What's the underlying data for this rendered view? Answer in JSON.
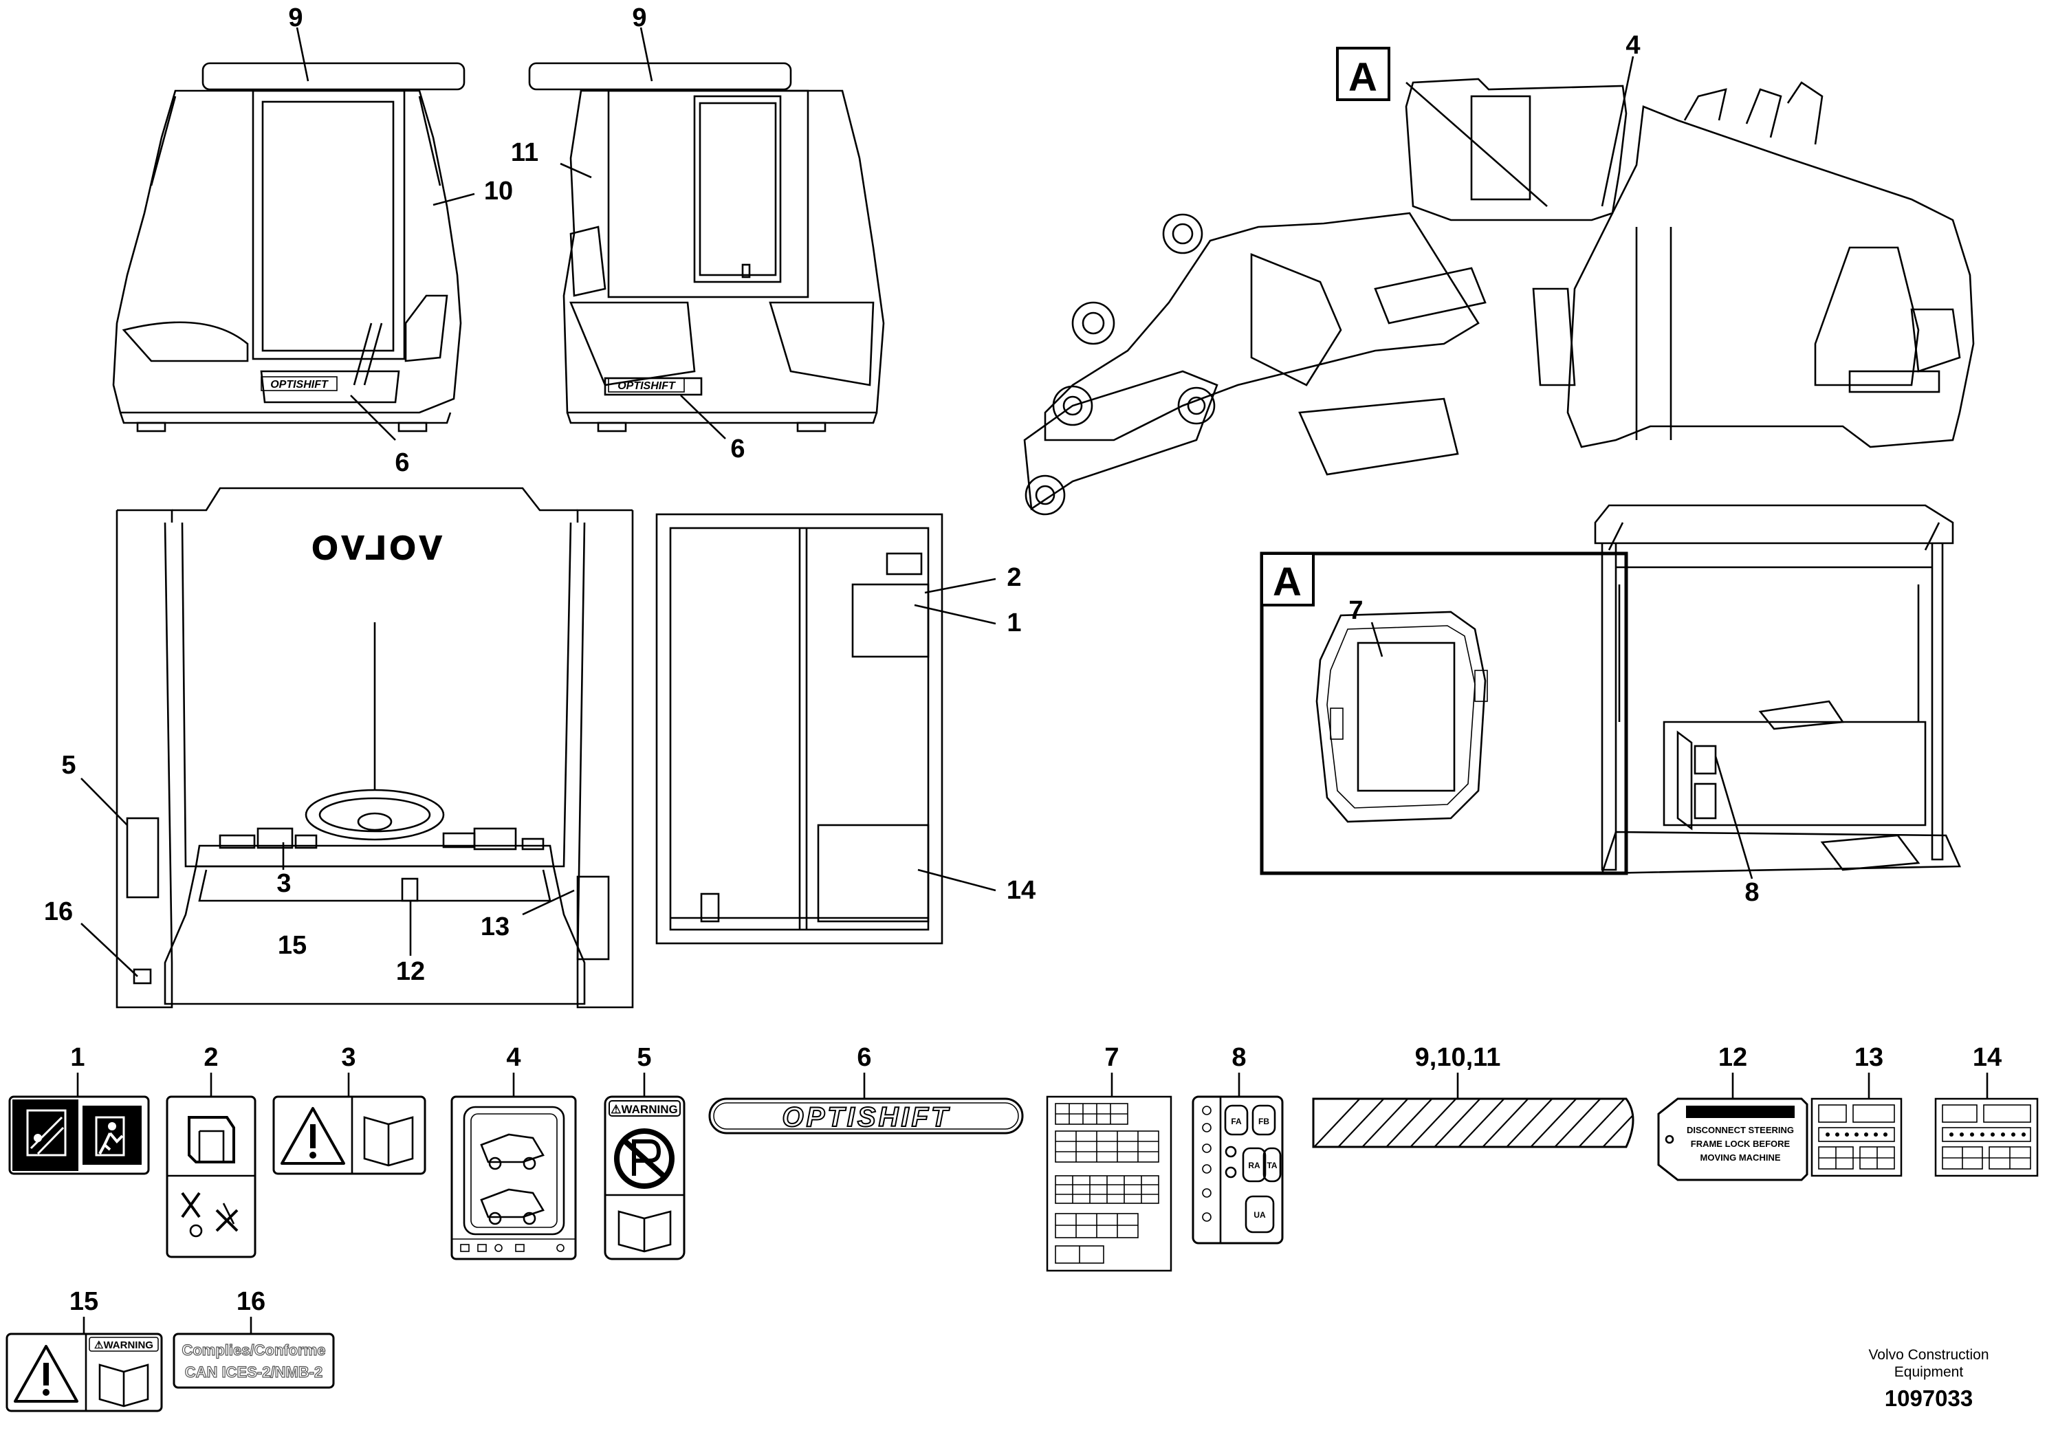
{
  "callouts": {
    "c9a": "9",
    "c9b": "9",
    "c10": "10",
    "c11": "11",
    "c6a": "6",
    "c6b": "6",
    "c4": "4",
    "c5": "5",
    "c3": "3",
    "c15": "15",
    "c16": "16",
    "c12": "12",
    "c13": "13",
    "c2": "2",
    "c1": "1",
    "c14": "14",
    "c7": "7",
    "c8": "8"
  },
  "view_markers": {
    "main": "A",
    "detail": "A"
  },
  "cab_text": {
    "brand": "VOLVO",
    "optishift": "OPTISHIFT"
  },
  "decals": {
    "d1": "1",
    "d2": "2",
    "d3": "3",
    "d4": "4",
    "d5": "5",
    "d6": "6",
    "d7": "7",
    "d8": "8",
    "d9": "9,10,11",
    "d12": "12",
    "d13": "13",
    "d14": "14",
    "d15": "15",
    "d16": "16"
  },
  "decal_text": {
    "warning_5": "⚠WARNING",
    "optishift": "OPTISHIFT",
    "d8_fa": "FA",
    "d8_fb": "FB",
    "d8_ra": "RA",
    "d8_ta": "TA",
    "d8_ua": "UA",
    "d12_l1": "DISCONNECT STEERING",
    "d12_l2": "FRAME LOCK BEFORE",
    "d12_l3": "MOVING MACHINE",
    "warning_15": "⚠WARNING",
    "d16_l1": "Complies/Conforme",
    "d16_l2": "CAN ICES-2/NMB-2"
  },
  "footer": {
    "company_l1": "Volvo Construction",
    "company_l2": "Equipment",
    "doc_number": "1097033"
  }
}
